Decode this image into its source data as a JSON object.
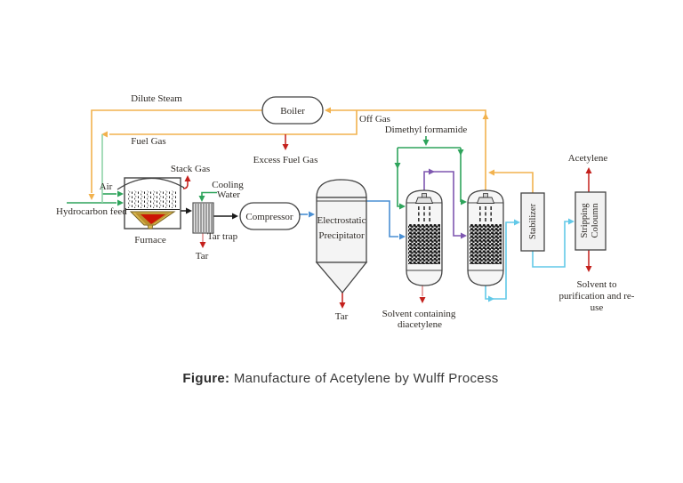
{
  "diagram": {
    "caption_prefix": "Figure:",
    "caption_text": " Manufacture of Acetylene by Wulff Process",
    "equipment": {
      "furnace": "Furnace",
      "boiler": "Boiler",
      "tar_trap": "Tar trap",
      "compressor": "Compressor",
      "esp_line1": "Electrostatic",
      "esp_line2": "Precipitator",
      "stabilizer": "Stabilizer",
      "stripping_line1": "Stripping",
      "stripping_line2": "Coloumn"
    },
    "streams": {
      "dilute_steam": "Dilute Steam",
      "fuel_gas": "Fuel Gas",
      "excess_fuel_gas": "Excess Fuel Gas",
      "off_gas": "Off Gas",
      "stack_gas": "Stack Gas",
      "air": "Air",
      "hydrocarbon_feed": "Hydrocarbon feed",
      "cooling_water_line1": "Cooling",
      "cooling_water_line2": "Water",
      "tar_trap_tar": "Tar",
      "esp_tar": "Tar",
      "dimethyl_formamide": "Dimethyl formamide",
      "solvent_diacetylene_line1": "Solvent containing",
      "solvent_diacetylene_line2": "diacetylene",
      "acetylene": "Acetylene",
      "solvent_reuse_line1": "Solvent to",
      "solvent_reuse_line2": "purification and re-",
      "solvent_reuse_line3": "use"
    },
    "colors": {
      "yellow": "#F2B24E",
      "green": "#2EA45B",
      "green_light": "#8FD4A8",
      "red": "#C4201C",
      "pink": "#E08A8A",
      "blue": "#4A8FD3",
      "cyan": "#62C9E8",
      "purple": "#7E57B0",
      "black": "#1A1A1A"
    }
  }
}
